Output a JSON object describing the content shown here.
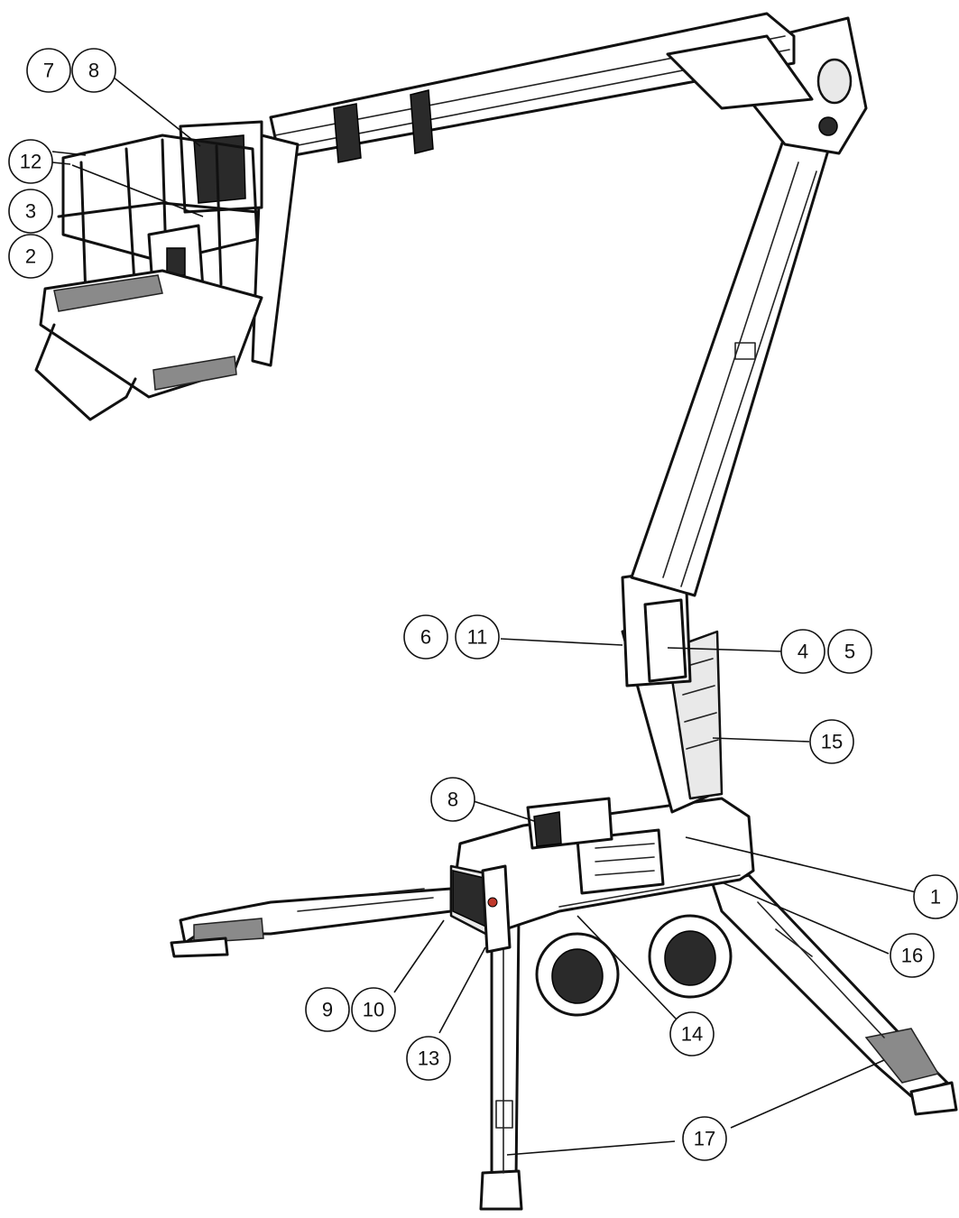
{
  "callouts": [
    {
      "id": "c7",
      "label": "7"
    },
    {
      "id": "c8a",
      "label": "8"
    },
    {
      "id": "c12",
      "label": "12"
    },
    {
      "id": "c3",
      "label": "3"
    },
    {
      "id": "c2",
      "label": "2"
    },
    {
      "id": "c6",
      "label": "6"
    },
    {
      "id": "c11",
      "label": "11"
    },
    {
      "id": "c4",
      "label": "4"
    },
    {
      "id": "c5",
      "label": "5"
    },
    {
      "id": "c15",
      "label": "15"
    },
    {
      "id": "c8b",
      "label": "8"
    },
    {
      "id": "c1",
      "label": "1"
    },
    {
      "id": "c16",
      "label": "16"
    },
    {
      "id": "c9",
      "label": "9"
    },
    {
      "id": "c10",
      "label": "10"
    },
    {
      "id": "c14",
      "label": "14"
    },
    {
      "id": "c13",
      "label": "13"
    },
    {
      "id": "c17",
      "label": "17"
    }
  ]
}
